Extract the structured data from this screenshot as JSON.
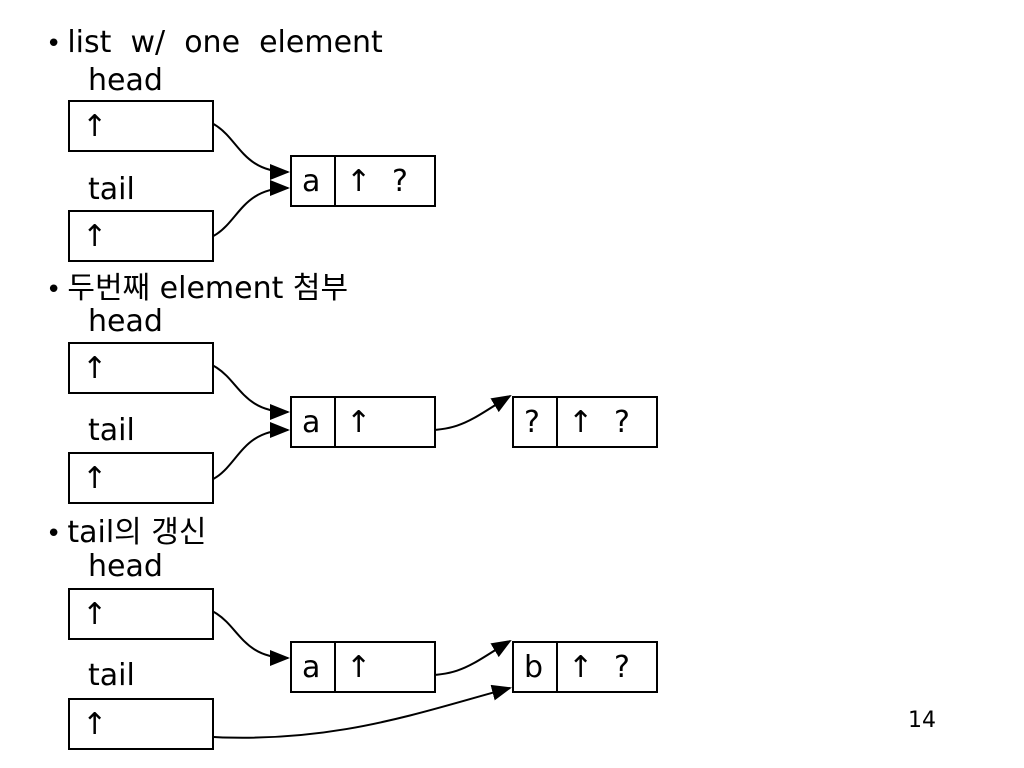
{
  "sections": [
    {
      "bullet": "list  w/  one  element",
      "head_label": "head",
      "tail_label": "tail",
      "head_ptr": "↑",
      "tail_ptr": "↑",
      "nodes": [
        {
          "data": "a",
          "ptr": "↑",
          "next": "?"
        }
      ]
    },
    {
      "bullet": "두번째 element 첨부",
      "head_label": "head",
      "tail_label": "tail",
      "head_ptr": "↑",
      "tail_ptr": "↑",
      "nodes": [
        {
          "data": "a",
          "ptr": "↑",
          "next": ""
        },
        {
          "data": "?",
          "ptr": "↑",
          "next": "?"
        }
      ]
    },
    {
      "bullet": "tail의 갱신",
      "head_label": "head",
      "tail_label": "tail",
      "head_ptr": "↑",
      "tail_ptr": "↑",
      "nodes": [
        {
          "data": "a",
          "ptr": "↑",
          "next": ""
        },
        {
          "data": "b",
          "ptr": "↑",
          "next": "?"
        }
      ]
    }
  ],
  "page_number": "14",
  "bullet_glyph": "•"
}
